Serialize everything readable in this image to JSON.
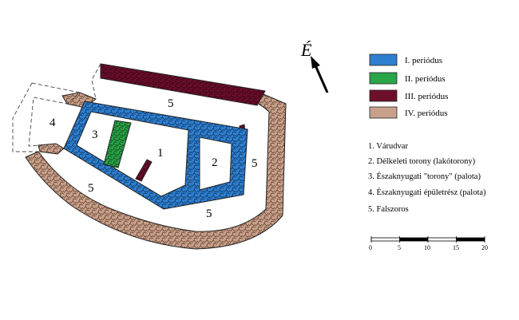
{
  "north_label": "É",
  "legend": [
    {
      "label": "I. periódus",
      "color": "#2e7fd0"
    },
    {
      "label": "II. periódus",
      "color": "#2aa548"
    },
    {
      "label": "III. periódus",
      "color": "#6e0f2c"
    },
    {
      "label": "IV. periódus",
      "color": "#c8a08a"
    }
  ],
  "areas": [
    "1",
    "2",
    "3",
    "4",
    "5",
    "5",
    "5",
    "5"
  ],
  "key": [
    "1. Várudvar",
    "2. Délkeleti torony (lakótorony)",
    "3. Északnyugati \"torony\" (palota)",
    "4. Északnyugati épületrész (palota)",
    "5. Falszoros"
  ],
  "scale": [
    "0",
    "5",
    "10",
    "15",
    "20"
  ]
}
